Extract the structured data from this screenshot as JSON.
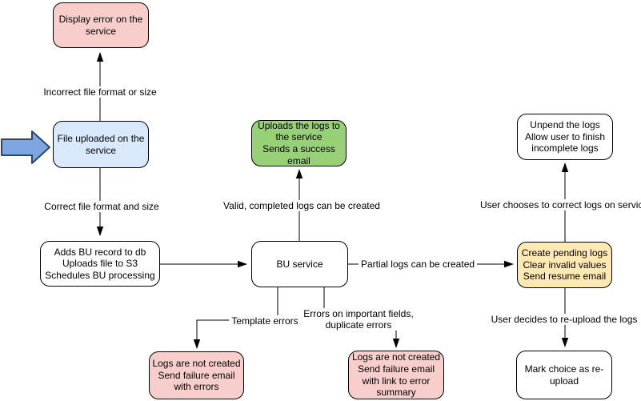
{
  "colors": {
    "background": "#ffffff",
    "stroke": "#000000",
    "node_pink": "#f8cecc",
    "node_blue": "#dae8fc",
    "node_green": "#97d077",
    "node_yellow": "#ffe9b3",
    "node_white": "#ffffff",
    "pointer_fill": "#7ea6e0",
    "pointer_stroke": "#2f4468"
  },
  "nodes": {
    "display_error": {
      "lines": [
        "Display error on the",
        "service"
      ]
    },
    "file_uploaded": {
      "lines": [
        "File uploaded on the",
        "service"
      ]
    },
    "adds_bu_record": {
      "lines": [
        "Adds BU record to db",
        "Uploads file to S3",
        "Schedules BU processing"
      ]
    },
    "bu_service": {
      "lines": [
        "BU service"
      ]
    },
    "uploads_logs": {
      "lines": [
        "Uploads the logs to",
        "the service",
        "Sends a success",
        "email"
      ]
    },
    "logs_not_created_errors": {
      "lines": [
        "Logs are not created",
        "Send failure email",
        "with errors"
      ]
    },
    "logs_not_created_summary": {
      "lines": [
        "Logs are not created",
        "Send failure email",
        "with link to error",
        "summary"
      ]
    },
    "create_pending_logs": {
      "lines": [
        "Create pending logs",
        "Clear invalid values",
        "Send resume email"
      ]
    },
    "unpend_logs": {
      "lines": [
        "Unpend the logs",
        "Allow user to finish",
        "incomplete logs"
      ]
    },
    "mark_reupload": {
      "lines": [
        "Mark choice as re-",
        "upload"
      ]
    }
  },
  "edge_labels": {
    "incorrect_format": "Incorrect file format or size",
    "correct_format": "Correct file format and size",
    "valid_logs": "Valid, completed logs can be created",
    "partial_logs": "Partial logs can be created",
    "template_errors": "Template errors",
    "important_fields_line1": "Errors on important fields,",
    "important_fields_line2": "duplicate errors",
    "user_corrects": "User chooses to correct logs on service",
    "user_reuploads": "User decides to re-upload the logs"
  }
}
